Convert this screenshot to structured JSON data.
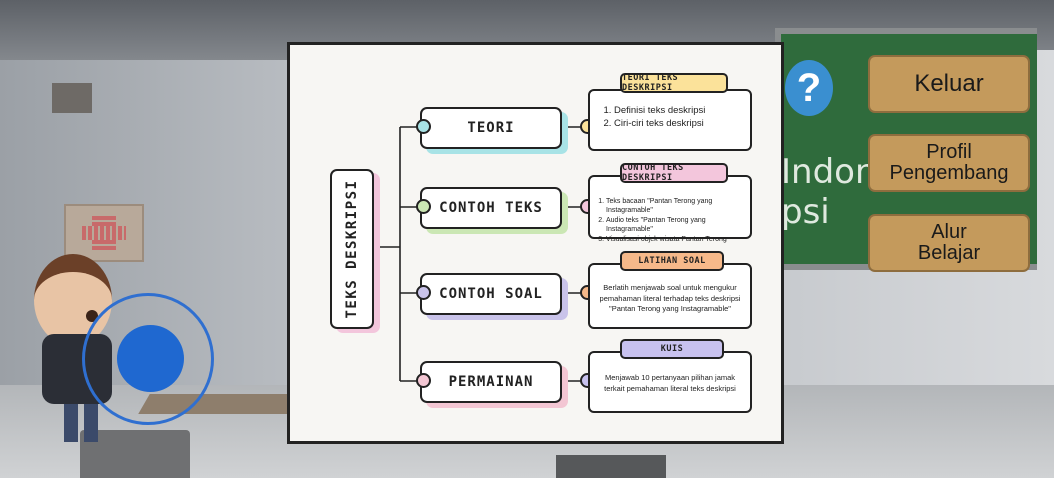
{
  "menu": {
    "keluar": "Keluar",
    "profil": "Profil\nPengembang",
    "alur": "Alur\nBelajar"
  },
  "board": {
    "icon": "question-mark-icon",
    "text_line1": "Indon",
    "text_line2": "psi"
  },
  "joystick": {
    "icon": "virtual-joystick"
  },
  "mindmap": {
    "root": "TEKS DESKRIPSI",
    "branches": [
      {
        "topic": "TEORI",
        "tag": "TEORI TEKS DESKRIPSI",
        "items": [
          "Definisi teks deskripsi",
          "Ciri-ciri teks deskripsi"
        ]
      },
      {
        "topic": "CONTOH TEKS",
        "tag": "CONTOH TEKS DESKRIPSI",
        "items": [
          "Teks bacaan \"Pantan Terong yang Instagramable\"",
          "Audio teks \"Pantan Terong yang Instagramable\"",
          "Visualisasi objek wisata Pantan Terong"
        ]
      },
      {
        "topic": "CONTOH SOAL",
        "tag": "LATIHAN SOAL",
        "body": "Berlatih menjawab soal untuk mengukur pemahaman literal terhadap teks deskripsi \"Pantan Terong yang Instagramable\""
      },
      {
        "topic": "PERMAINAN",
        "tag": "KUIS",
        "body": "Menjawab 10 pertanyaan pilihan jamak terkait pemahaman literal teks deskripsi"
      }
    ],
    "colors": {
      "teal": "#a8e3e6",
      "green": "#cbe7b4",
      "purple": "#c9c3ea",
      "pink": "#f3c6d3",
      "yellow": "#fbe29a",
      "lightpink": "#f3c6dc",
      "orange": "#f6b98a",
      "lavender": "#c8c2ef"
    }
  }
}
